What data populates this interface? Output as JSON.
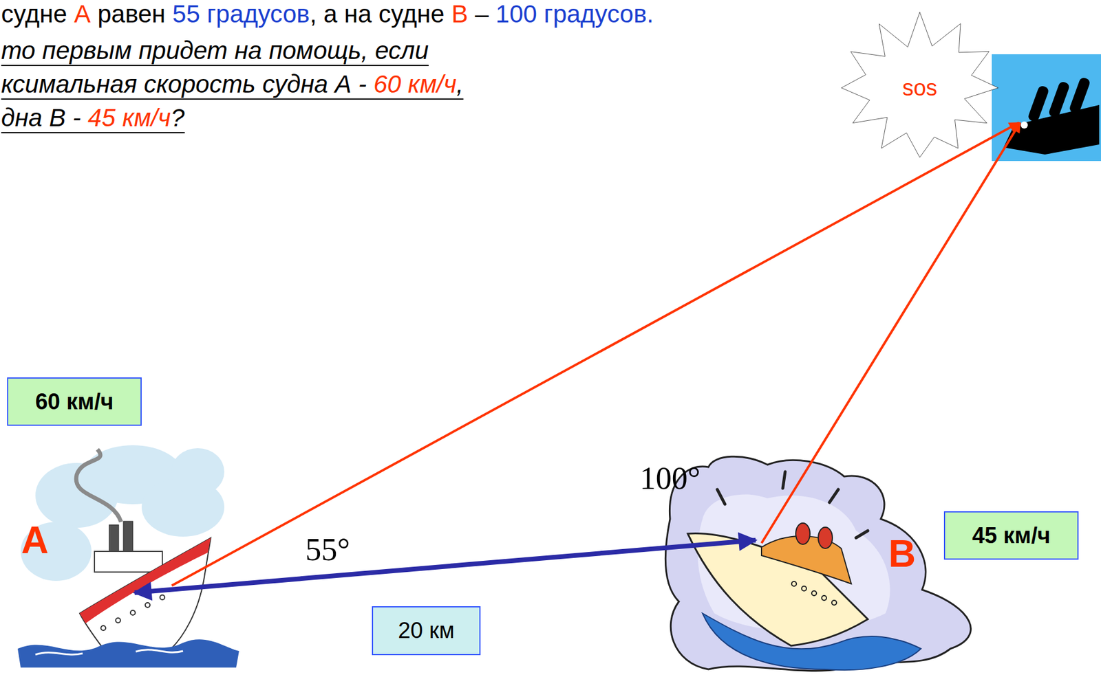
{
  "diagram": {
    "nodes": [
      {
        "text": [
          "sos"
        ]
      },
      {
        "text": [
          "60 км/ч"
        ]
      },
      {
        "text": [
          "45 км/ч"
        ]
      },
      {
        "text": [
          "20 км"
        ]
      }
    ],
    "labels": [
      "судне",
      "А",
      "равен",
      "55 градусов",
      ", а на судне",
      "В",
      "–",
      "100 градусов",
      ".",
      "то первым придет на помощь, если",
      "ксимальная скорость судна А -",
      "60 км/ч",
      ",",
      "дна В -",
      "45 км/ч",
      "?",
      "А",
      "55°",
      "100°",
      "В"
    ]
  }
}
